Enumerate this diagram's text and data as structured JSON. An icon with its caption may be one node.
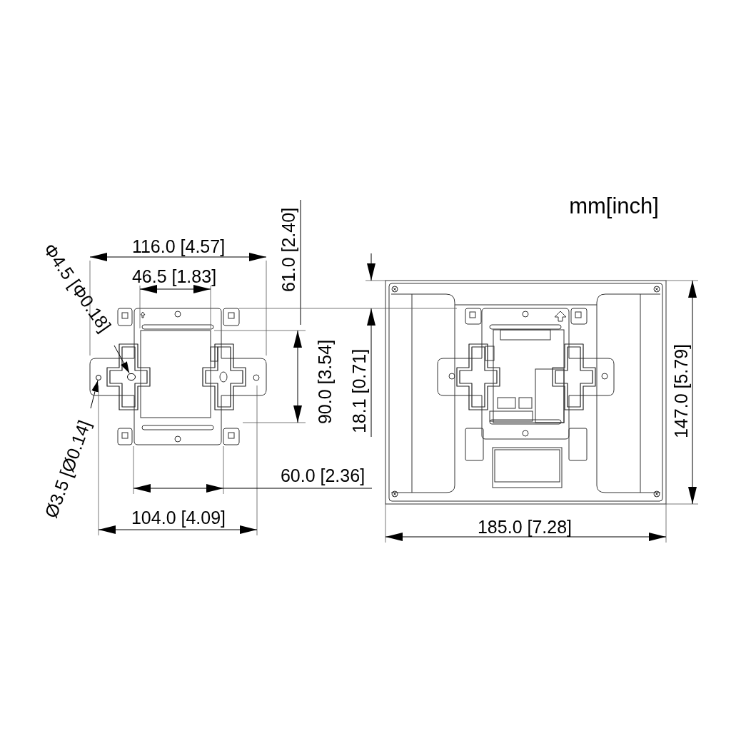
{
  "diagram": {
    "nodes": [
      {
        "text": [
          "Φ4.5 [Φ0.18]"
        ]
      },
      {
        "text": [],
        "shape": "circle"
      },
      {
        "text": [
          "Ø3.5 [Ø0.14]"
        ]
      },
      {
        "text": [],
        "shape": "circle"
      }
    ],
    "edges": [
      {
        "from": 0,
        "to": 3,
        "arrow": "to"
      },
      {
        "from": 2,
        "to": 1,
        "arrow": "to"
      }
    ],
    "labels": [
      "mm[inch]",
      "116.0 [4.57]",
      "61.0 [2.40]",
      "46.5 [1.83]",
      "90.0 [3.54]",
      "18.1 [0.71]",
      "147.0 [5.79]",
      "60.0 [2.36]",
      "104.0 [4.09]",
      "185.0 [7.28]"
    ]
  }
}
